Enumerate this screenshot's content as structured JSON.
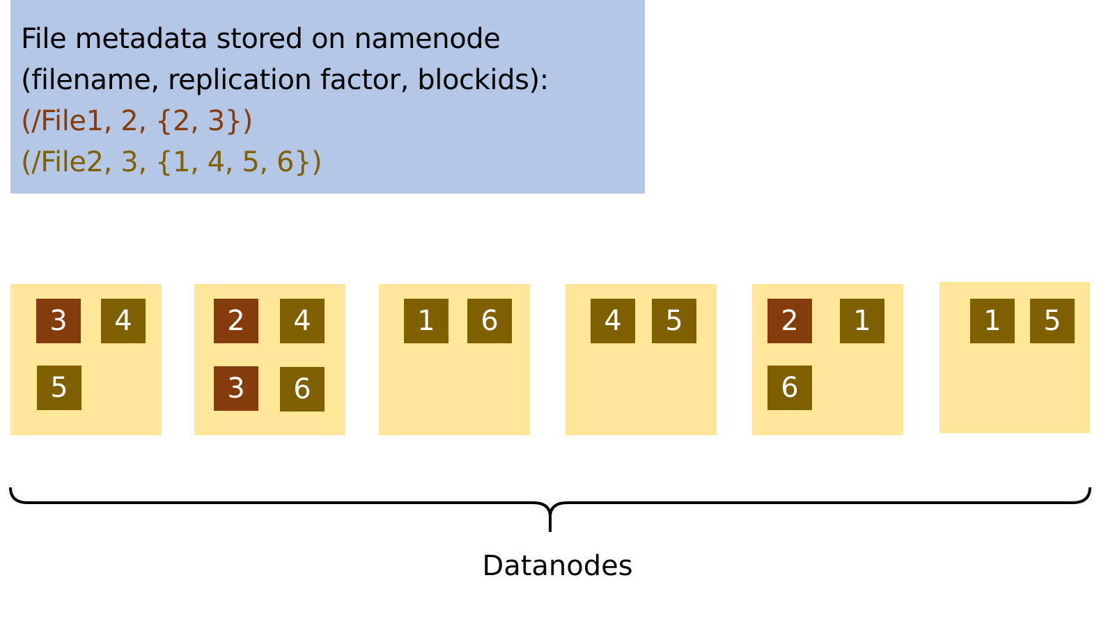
{
  "namenode": {
    "heading": "File metadata stored on namenode",
    "subheading": "(filename, replication factor, blockids):",
    "files": [
      {
        "text": "(/File1, 2, {2, 3})",
        "color": "#843c0c"
      },
      {
        "text": "(/File2, 3, {1, 4, 5, 6})",
        "color": "#7f6000"
      }
    ]
  },
  "colors": {
    "file1_block": "#843c0c",
    "file2_block": "#7f6000",
    "datanode_fill": "#ffe699",
    "namenode_fill": "#b4c7e7"
  },
  "datanodes": [
    {
      "blocks": [
        {
          "id": "3",
          "file": 1
        },
        {
          "id": "4",
          "file": 2
        },
        {
          "id": "5",
          "file": 2
        }
      ]
    },
    {
      "blocks": [
        {
          "id": "2",
          "file": 1
        },
        {
          "id": "4",
          "file": 2
        },
        {
          "id": "3",
          "file": 1
        },
        {
          "id": "6",
          "file": 2
        }
      ]
    },
    {
      "blocks": [
        {
          "id": "1",
          "file": 2
        },
        {
          "id": "6",
          "file": 2
        }
      ]
    },
    {
      "blocks": [
        {
          "id": "4",
          "file": 2
        },
        {
          "id": "5",
          "file": 2
        }
      ]
    },
    {
      "blocks": [
        {
          "id": "2",
          "file": 1
        },
        {
          "id": "1",
          "file": 2
        },
        {
          "id": "6",
          "file": 2
        }
      ]
    },
    {
      "blocks": [
        {
          "id": "1",
          "file": 2
        },
        {
          "id": "5",
          "file": 2
        }
      ]
    }
  ],
  "datanodes_label": "Datanodes"
}
